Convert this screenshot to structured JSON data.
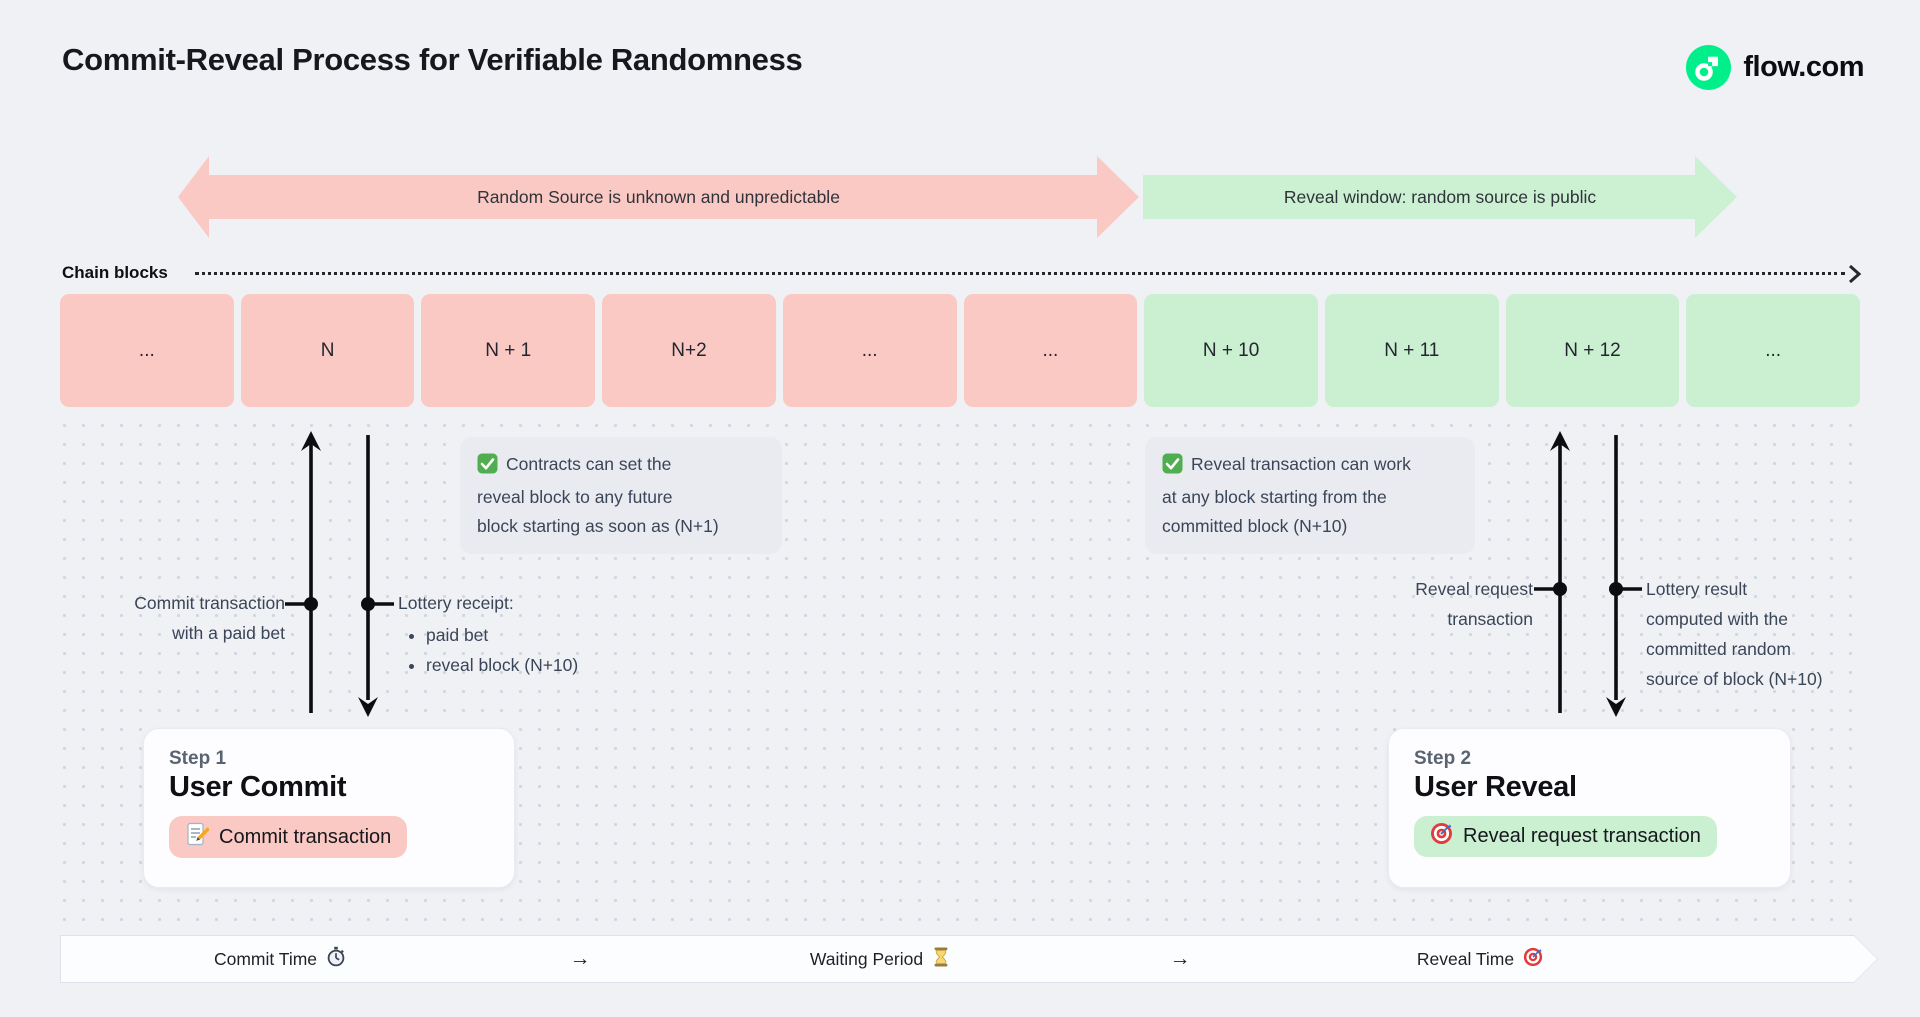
{
  "colors": {
    "background": "#eff1f5",
    "pink": "#fbc9c4",
    "green": "#caf0d1",
    "pink_arrow": "#fbc9c3",
    "green_arrow": "#ccf0d2",
    "note_bg": "#e9ebf1",
    "flow_green": "#00ef8b",
    "check_green": "#4fae50"
  },
  "header": {
    "title": "Commit-Reveal Process for Verifiable Randomness",
    "brand": "flow.com"
  },
  "phase_arrows": {
    "unpredictable": {
      "label": "Random Source is unknown and unpredictable"
    },
    "reveal_window": {
      "label": "Reveal window: random source is public"
    }
  },
  "chain": {
    "label": "Chain blocks"
  },
  "blocks": {
    "items": [
      {
        "label": "...",
        "phase": "commit"
      },
      {
        "label": "N",
        "phase": "commit"
      },
      {
        "label": "N + 1",
        "phase": "commit"
      },
      {
        "label": "N+2",
        "phase": "commit"
      },
      {
        "label": "...",
        "phase": "commit"
      },
      {
        "label": "...",
        "phase": "commit"
      },
      {
        "label": "N + 10",
        "phase": "reveal"
      },
      {
        "label": "N + 11",
        "phase": "reveal"
      },
      {
        "label": "N + 12",
        "phase": "reveal"
      },
      {
        "label": "...",
        "phase": "reveal"
      }
    ]
  },
  "notes": {
    "commit": {
      "icon": "check-icon",
      "text": "Contracts can set the\nreveal block to any future\nblock starting as soon as (N+1)"
    },
    "reveal": {
      "icon": "check-icon",
      "text": "Reveal transaction can work\nat any block starting from the\ncommitted block (N+10)"
    }
  },
  "annotations": {
    "commit_tx": "Commit transaction\nwith a paid bet",
    "lottery_receipt": {
      "title": "Lottery receipt:",
      "bullets": [
        "paid bet",
        "reveal block (N+10)"
      ]
    },
    "reveal_tx": "Reveal request\ntransaction",
    "lottery_result": "Lottery result\ncomputed with the\ncommitted random\nsource of block (N+10)"
  },
  "steps": {
    "step1": {
      "eyebrow": "Step 1",
      "title": "User Commit",
      "pill": "Commit transaction",
      "pill_icon": "memo-icon"
    },
    "step2": {
      "eyebrow": "Step 2",
      "title": "User Reveal",
      "pill": "Reveal request transaction",
      "pill_icon": "target-icon"
    }
  },
  "footer": {
    "items": [
      {
        "label": "Commit Time",
        "icon": "stopwatch-icon"
      },
      {
        "label": "→"
      },
      {
        "label": "Waiting Period",
        "icon": "hourglass-icon"
      },
      {
        "label": "→"
      },
      {
        "label": "Reveal Time",
        "icon": "target-icon"
      }
    ]
  }
}
